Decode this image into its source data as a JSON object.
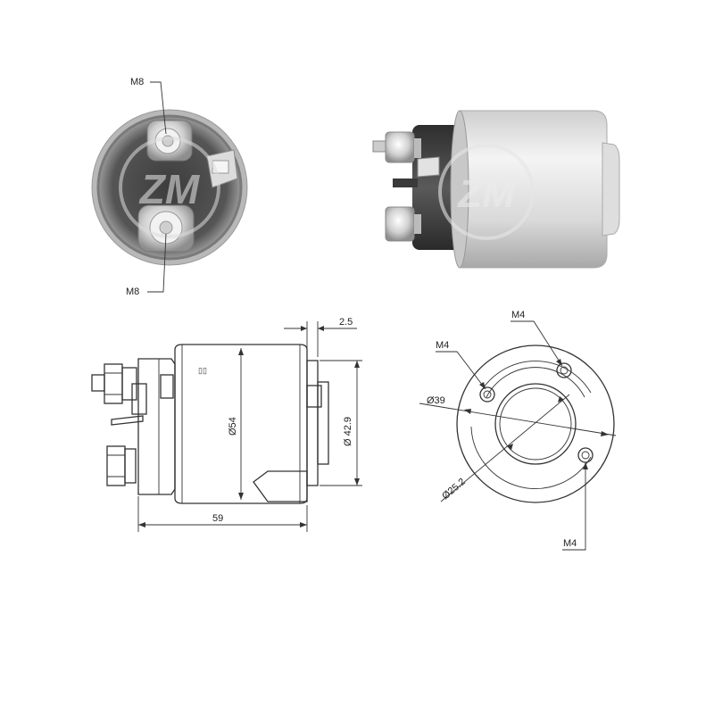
{
  "logo": {
    "text": "ZM"
  },
  "end_view_photo": {
    "terminal_top_label": "M8",
    "terminal_bottom_label": "M8"
  },
  "side_photo": {},
  "side_drawing": {
    "dim_offset": "2.5",
    "dim_diameter_body": "Ø54",
    "dim_diameter_nose": "Ø 42.9",
    "dim_length": "59",
    "body_marking": "▯▯"
  },
  "face_drawing": {
    "hole_top_label": "M4",
    "hole_left_label": "M4",
    "hole_bottom_label": "M4",
    "dim_bolt_circle": "Ø39",
    "dim_bore": "Ø25.2"
  },
  "colors": {
    "line": "#333333",
    "metal_light": "#e6e6e6",
    "metal_dark": "#4a4a4a",
    "background": "#ffffff"
  }
}
